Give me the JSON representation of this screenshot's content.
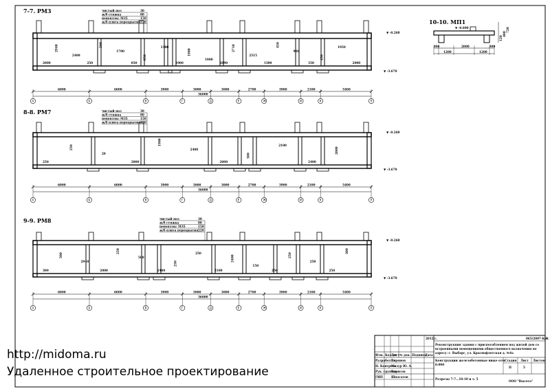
{
  "sections": [
    {
      "title": "7-7. РМ3",
      "layers": [
        "чистый пол",
        "ж/б стяжка",
        "пеноплэкс М35",
        "ж/б плита перекрытия"
      ],
      "layer_values": [
        "30",
        "80",
        "150",
        "220"
      ],
      "dims": [
        "6000",
        "6000",
        "3900",
        "3000",
        "3000",
        "2700",
        "3900",
        "2100",
        "5400"
      ],
      "total": "36000",
      "axes": [
        "А",
        "Б",
        "В",
        "Г",
        "Д",
        "Е",
        "Ж",
        "И",
        "К",
        "Л"
      ],
      "level_top": "-0.260",
      "level_bot": "-3.670",
      "notes": [
        "2000",
        "2940",
        "2400",
        "250",
        "500",
        "1700",
        "850",
        "850",
        "1300",
        "1900",
        "1900",
        "1900",
        "2090",
        "2710",
        "2515",
        "1300",
        "450",
        "900",
        "350",
        "450",
        "1950",
        "2000"
      ]
    },
    {
      "title": "8-8. РМ7",
      "layers": [
        "чистый пол",
        "ж/б стяжка",
        "пеноплэкс М35",
        "ж/б плита перекрытия"
      ],
      "layer_values": [
        "30",
        "80",
        "150",
        "220"
      ],
      "dims": [
        "6000",
        "6000",
        "3900",
        "3000",
        "3000",
        "2700",
        "3900",
        "2100",
        "5400"
      ],
      "total": "36000",
      "axes": [
        "А",
        "Б",
        "В",
        "Г",
        "Д",
        "Е",
        "Ж",
        "И",
        "К",
        "Л"
      ],
      "level_top": "-0.260",
      "level_bot": "-3.670",
      "notes": [
        "250",
        "250",
        "20",
        "2000",
        "1900",
        "2400",
        "2000",
        "500",
        "2100",
        "2400",
        "2000"
      ]
    },
    {
      "title": "9-9. РМ8",
      "layers": [
        "чистый пол",
        "ж/б стяжка",
        "пеноплэкс М35",
        "ж/б плита перекрытия"
      ],
      "layer_values": [
        "30",
        "80",
        "150",
        "220"
      ],
      "dims": [
        "6000",
        "6000",
        "3900",
        "3000",
        "3000",
        "2700",
        "3900",
        "2100",
        "5400"
      ],
      "total": "36000",
      "axes": [
        "А",
        "Б",
        "В",
        "Г",
        "Д",
        "Е",
        "Ж",
        "И",
        "К",
        "Л"
      ],
      "level_top": "-0.260",
      "level_bot": "-3.670",
      "notes": [
        "300",
        "500",
        "2940",
        "2000",
        "250",
        "500",
        "2400",
        "250",
        "250",
        "2100",
        "2400",
        "150",
        "250",
        "250",
        "250",
        "250",
        "300"
      ]
    }
  ],
  "mp1": {
    "title": "10-10. МП1",
    "level": "-0.600",
    "dims": [
      "300",
      "1200",
      "2000",
      "1200",
      "300"
    ],
    "right_dims": [
      "120",
      "400",
      "720"
    ]
  },
  "stamp": {
    "doc_code": "065/2007-КЖ",
    "project": "Реконструкция здания с приспособлением под жилой дом со встроенными помещениями общественного назначения по адресу: г. Выборг, ул. Краснофлотская д. №4а",
    "sheet_title": "Конструкции железобетонные ниже отм. 0.000",
    "drawing": "Разрезы 7-7...10-10 и л. 5",
    "company": "ООО \"Высота\"",
    "year": "2012 г.",
    "stage_label": "Стадия",
    "sheet_label": "Лист",
    "sheets_label": "Листов",
    "stage": "П",
    "sheet": "5",
    "headers": [
      "Изм.",
      "Кол.уч",
      "Лист",
      "№ док.",
      "Подпись",
      "Дата"
    ],
    "roles": [
      {
        "role": "Разработал",
        "name": "Тирянов"
      },
      {
        "role": "Н. Контроль",
        "name": "Мазур Ю. А."
      },
      {
        "role": "Рук. группы",
        "name": "Борисов"
      },
      {
        "role": "ГИП",
        "name": "Шпагатов"
      }
    ]
  },
  "watermark": {
    "url": "http://midoma.ru",
    "slogan": "Удаленное строительное проектирование"
  }
}
